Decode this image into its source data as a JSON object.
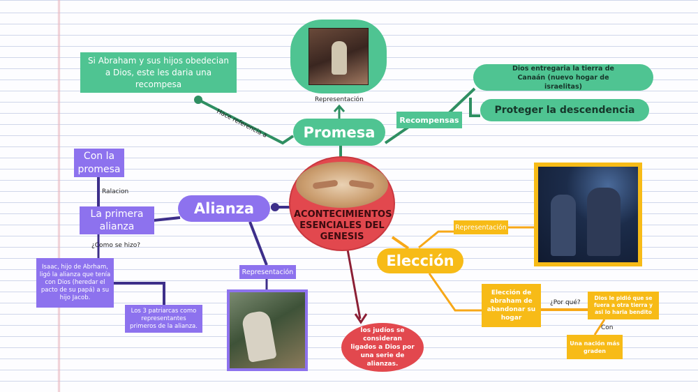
{
  "central": {
    "title": "ACONTECIMIENTOS ESENCIALES DEL GENESIS"
  },
  "promesa": {
    "title": "Promesa",
    "rep_label": "Representación",
    "link_label": "Hace referencia a",
    "desc": "Si Abraham y sus hijos obedecian a Dios, este les daria una recompesa",
    "rewards_label": "Recompensas",
    "reward_1": "Dios entregaria la tierra de Canaán (nuevo hogar de israelitas)",
    "reward_2": "Proteger la descendencia"
  },
  "alianza": {
    "title": "Alianza",
    "con_promesa": "Con la promesa",
    "relacion_label": "Ralacion",
    "primera": "La primera alianza",
    "como_label": "¿Como se hizo?",
    "isaac": "Isaac, hijo de Abrham, ligó la alianza que tenía con Dios (heredar el pacto de su papá) a su hijo Jacob.",
    "patriarcas": "Los 3 patriarcas como representantes primeros de la alianza.",
    "rep_label": "Representación"
  },
  "eleccion": {
    "title": "Elección",
    "rep_label": "Representación",
    "abandonar": "Elección de abraham de abandonar su hogar",
    "porque_label": "¿Por qué?",
    "dios_pidio": "Dios le pidió que se fuera a otra tierra y asi lo haria bendito",
    "con_label": "Con",
    "nacion": "Una nación más graden"
  },
  "judios": {
    "text": "los judíos se consideran ligados a Dios por una serie de alianzas."
  },
  "colors": {
    "green": "#4fc492",
    "purple": "#8d72ee",
    "yellow": "#f7bb17",
    "red": "#e2484e"
  }
}
